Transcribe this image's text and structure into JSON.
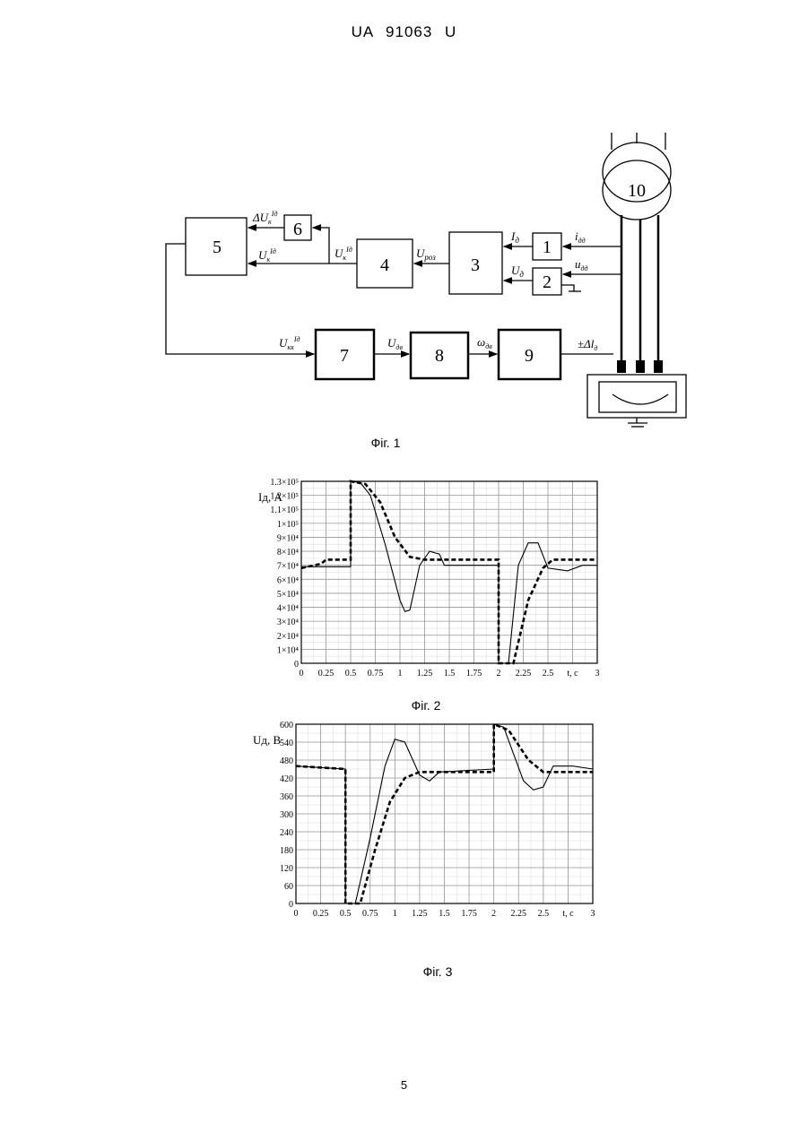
{
  "header": "UA  91063  U",
  "page_number": "5",
  "fig1": {
    "caption": "Фіг. 1",
    "blocks": [
      "1",
      "2",
      "3",
      "4",
      "5",
      "6",
      "7",
      "8",
      "9",
      "10"
    ],
    "signals": {
      "i_d": "I",
      "i_d_sub": "д",
      "u_d": "U",
      "u_d_sub": "д",
      "u_roz": "U",
      "u_roz_sub": "роз",
      "uk": "U",
      "uk_sub": "к",
      "uk_sup": "Iд",
      "uk2": "U",
      "uk2_sub": "к",
      "uk2_sup": "Iд",
      "duk": "ΔU",
      "duk_sub": "к",
      "duk_sup": "Iд",
      "ukk": "U",
      "ukk_sub": "кк",
      "ukk_sup": "Iд",
      "udv": "U",
      "udv_sub": "дв",
      "omega": "ω",
      "omega_sub": "дв",
      "dl": "±Δl",
      "dl_sub": "д",
      "i_da": "i",
      "i_da_sub": "дд",
      "u_da": "u",
      "u_da_sub": "дд"
    }
  },
  "chart_data": [
    {
      "type": "line",
      "caption": "Фіг. 2",
      "ylabel": "Iд, А",
      "xlabel": "t, c",
      "xlim": [
        0,
        3
      ],
      "ylim": [
        0,
        130000
      ],
      "x_ticks": [
        "0",
        "0.25",
        "0.5",
        "0.75",
        "1",
        "1.25",
        "1.5",
        "1.75",
        "2",
        "2.25",
        "2.5",
        "t, c",
        "3"
      ],
      "y_ticks": [
        "0",
        "1×10⁴",
        "2×10⁴",
        "3×10⁴",
        "4×10⁴",
        "5×10⁴",
        "6×10⁴",
        "7×10⁴",
        "8×10⁴",
        "9×10⁴",
        "1×10⁵",
        "1.1×10⁵",
        "1.2×10⁵",
        "1.3×10⁵"
      ],
      "series": [
        {
          "style": "solid",
          "points": [
            [
              0,
              69000
            ],
            [
              0.5,
              69000
            ],
            [
              0.5,
              130000
            ],
            [
              0.6,
              129000
            ],
            [
              0.7,
              120000
            ],
            [
              0.85,
              85000
            ],
            [
              1.0,
              45000
            ],
            [
              1.05,
              37000
            ],
            [
              1.1,
              38000
            ],
            [
              1.2,
              70000
            ],
            [
              1.3,
              80000
            ],
            [
              1.4,
              78000
            ],
            [
              1.45,
              70000
            ],
            [
              2.0,
              70000
            ],
            [
              2.0,
              0
            ],
            [
              2.1,
              0
            ],
            [
              2.2,
              70000
            ],
            [
              2.3,
              86000
            ],
            [
              2.4,
              86000
            ],
            [
              2.5,
              68000
            ],
            [
              2.7,
              66000
            ],
            [
              2.85,
              70000
            ],
            [
              3.0,
              70000
            ]
          ]
        },
        {
          "style": "dashed",
          "points": [
            [
              0,
              68000
            ],
            [
              0.2,
              71000
            ],
            [
              0.25,
              74000
            ],
            [
              0.5,
              74000
            ],
            [
              0.5,
              130000
            ],
            [
              0.65,
              128000
            ],
            [
              0.8,
              115000
            ],
            [
              0.95,
              90000
            ],
            [
              1.1,
              76000
            ],
            [
              1.25,
              74000
            ],
            [
              2.0,
              74000
            ],
            [
              2.0,
              0
            ],
            [
              2.15,
              0
            ],
            [
              2.3,
              45000
            ],
            [
              2.45,
              68000
            ],
            [
              2.55,
              74000
            ],
            [
              3.0,
              74000
            ]
          ]
        }
      ]
    },
    {
      "type": "line",
      "caption": "Фіг. 3",
      "ylabel": "Uд, В",
      "xlabel": "t, c",
      "xlim": [
        0,
        3
      ],
      "ylim": [
        0,
        600
      ],
      "x_ticks": [
        "0",
        "0.25",
        "0.5",
        "0.75",
        "1",
        "1.25",
        "1.5",
        "1.75",
        "2",
        "2.25",
        "2.5",
        "t, c",
        "3"
      ],
      "y_ticks": [
        "0",
        "60",
        "120",
        "180",
        "240",
        "300",
        "360",
        "420",
        "480",
        "540",
        "600"
      ],
      "series": [
        {
          "style": "solid",
          "points": [
            [
              0,
              460
            ],
            [
              0.5,
              450
            ],
            [
              0.5,
              0
            ],
            [
              0.6,
              0
            ],
            [
              0.75,
              220
            ],
            [
              0.9,
              460
            ],
            [
              1.0,
              550
            ],
            [
              1.1,
              540
            ],
            [
              1.25,
              430
            ],
            [
              1.35,
              410
            ],
            [
              1.45,
              440
            ],
            [
              2.0,
              450
            ],
            [
              2.0,
              600
            ],
            [
              2.1,
              590
            ],
            [
              2.2,
              500
            ],
            [
              2.3,
              410
            ],
            [
              2.4,
              380
            ],
            [
              2.5,
              390
            ],
            [
              2.6,
              460
            ],
            [
              2.8,
              460
            ],
            [
              3.0,
              450
            ]
          ]
        },
        {
          "style": "dashed",
          "points": [
            [
              0,
              460
            ],
            [
              0.5,
              450
            ],
            [
              0.5,
              0
            ],
            [
              0.65,
              0
            ],
            [
              0.8,
              180
            ],
            [
              0.95,
              340
            ],
            [
              1.1,
              420
            ],
            [
              1.25,
              440
            ],
            [
              2.0,
              440
            ],
            [
              2.0,
              600
            ],
            [
              2.15,
              580
            ],
            [
              2.35,
              480
            ],
            [
              2.5,
              440
            ],
            [
              3.0,
              440
            ]
          ]
        }
      ]
    }
  ]
}
